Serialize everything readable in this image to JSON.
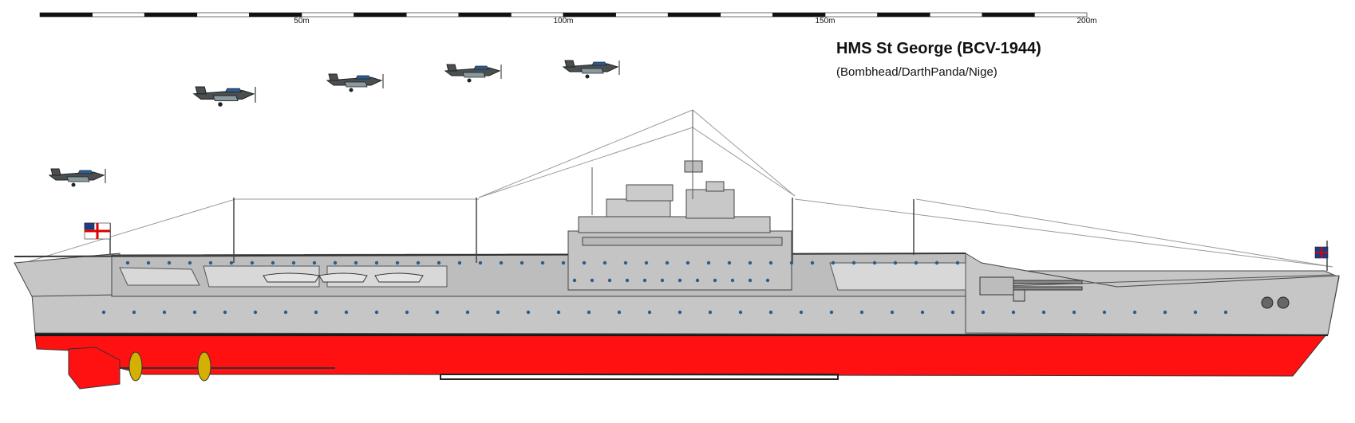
{
  "title": "HMS St George (BCV-1944)",
  "credits": "(Bombhead/DarthPanda/Nige)",
  "scale_bar": {
    "unit": "m",
    "max": 200,
    "segment": 10,
    "labels": [
      "50m",
      "100m",
      "150m",
      "200m"
    ]
  },
  "colors": {
    "hull_grey": "#c6c6c6",
    "upper_grey": "#bdbdbd",
    "antifouling_red": "#ff1111",
    "boot_top": "#1a1a1a",
    "porthole_blue": "#2e5c8a",
    "propeller_gold": "#d4b000",
    "rigging": "#9a9a9a",
    "aircraft_dark": "#4a4f52",
    "aircraft_blue": "#2b5c9a"
  }
}
